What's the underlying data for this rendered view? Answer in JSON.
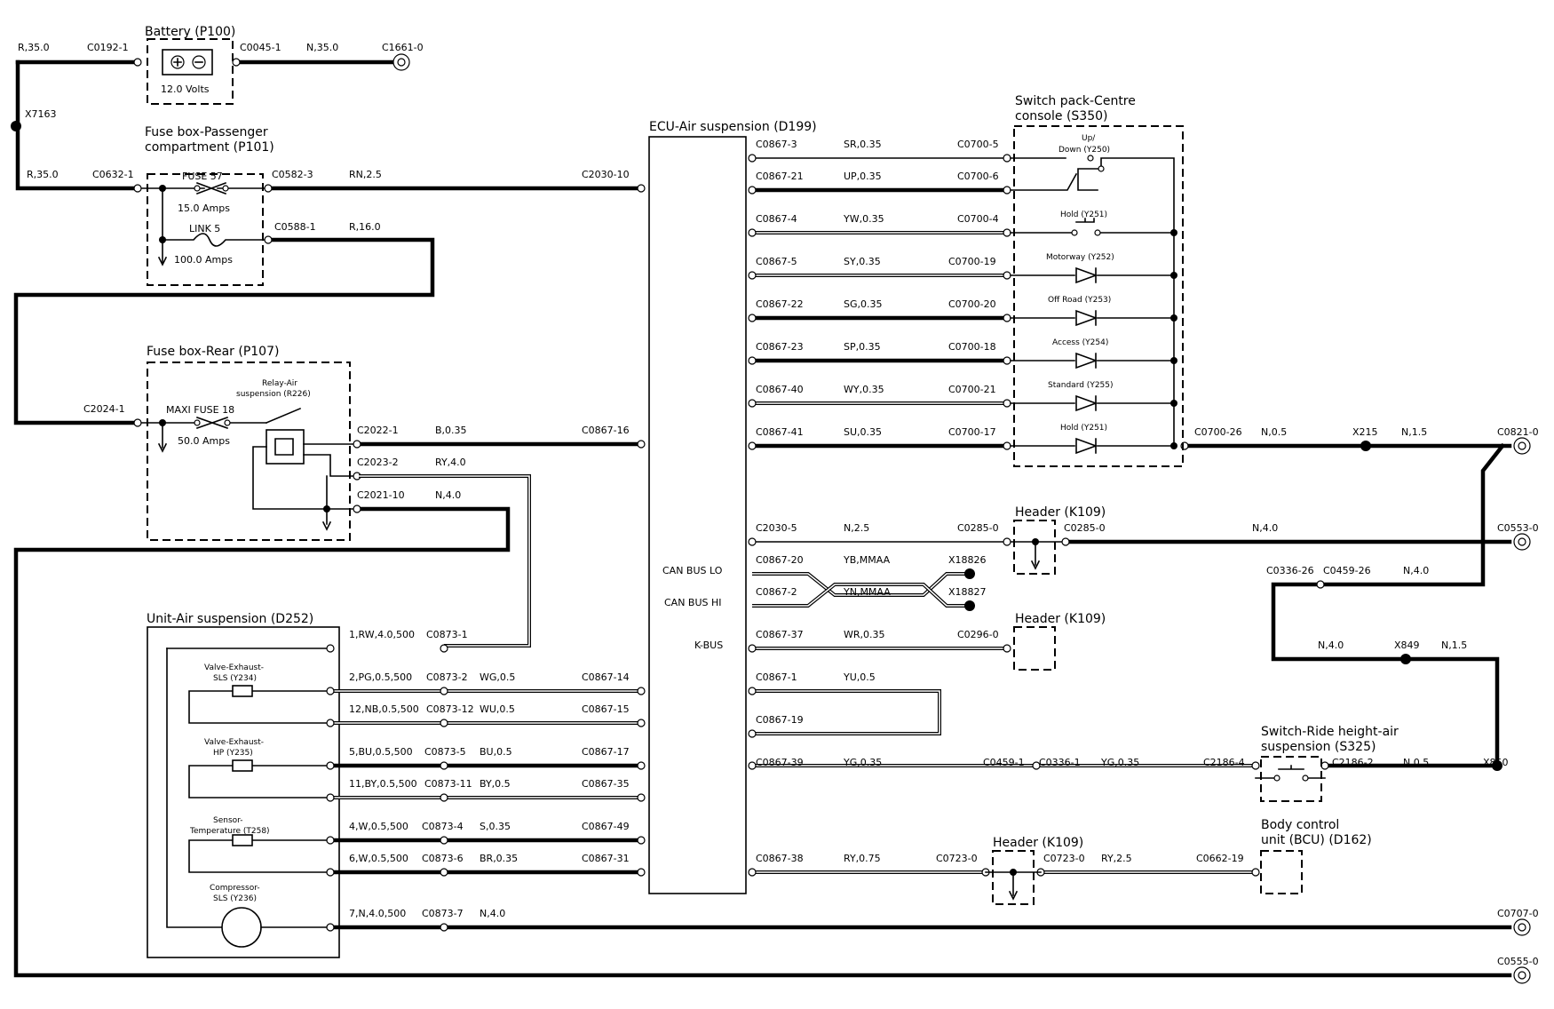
{
  "components": {
    "battery": {
      "title": "Battery (P100)",
      "voltage": "12.0 Volts"
    },
    "fusebox_pass": {
      "title1": "Fuse box-Passenger",
      "title2": "compartment (P101)",
      "fuse57": "FUSE 57",
      "fuse57_rating": "15.0 Amps",
      "link5": "LINK 5",
      "link5_rating": "100.0 Amps"
    },
    "fusebox_rear": {
      "title": "Fuse box-Rear (P107)",
      "relay1": "Relay-Air",
      "relay2": "suspension (R226)",
      "maxi": "MAXI FUSE 18",
      "maxi_rating": "50.0 Amps"
    },
    "ecu": {
      "title": "ECU-Air suspension (D199)",
      "can_lo": "CAN BUS LO",
      "can_hi": "CAN BUS HI",
      "kbus": "K-BUS"
    },
    "switchpack": {
      "title1": "Switch pack-Centre",
      "title2": "console (S350)",
      "updown1": "Up/",
      "updown2": "Down (Y250)",
      "hold1": "Hold (Y251)",
      "motorway": "Motorway (Y252)",
      "offroad": "Off Road (Y253)",
      "access": "Access (Y254)",
      "standard": "Standard (Y255)",
      "hold2": "Hold (Y251)"
    },
    "unit": {
      "title": "Unit-Air suspension (D252)",
      "v1a": "Valve-Exhaust-",
      "v1b": "SLS (Y234)",
      "v2a": "Valve-Exhaust-",
      "v2b": "HP (Y235)",
      "sa": "Sensor-",
      "sb": "Temperature (T258)",
      "ca": "Compressor-",
      "cb": "SLS (Y236)"
    },
    "header1": {
      "title": "Header (K109)"
    },
    "header2": {
      "title": "Header (K109)"
    },
    "header3": {
      "title": "Header (K109)"
    },
    "ride_switch": {
      "title1": "Switch-Ride height-air",
      "title2": "suspension (S325)"
    },
    "bcu": {
      "title1": "Body control",
      "title2": "unit (BCU) (D162)"
    }
  },
  "labels": {
    "r350a": "R,35.0",
    "c0192": "C0192-1",
    "c0045": "C0045-1",
    "n350": "N,35.0",
    "c1661": "C1661-0",
    "x7163": "X7163",
    "r350b": "R,35.0",
    "c0632": "C0632-1",
    "c0582": "C0582-3",
    "rn25": "RN,2.5",
    "c2030_10": "C2030-10",
    "c0588": "C0588-1",
    "r160": "R,16.0",
    "c2024": "C2024-1",
    "c2022": "C2022-1",
    "b035": "B,0.35",
    "c0867_16": "C0867-16",
    "c2023": "C2023-2",
    "ry40": "RY,4.0",
    "c2021": "C2021-10",
    "n40a": "N,4.0",
    "e1c": "C0867-3",
    "e1w": "SR,0.35",
    "e1s": "C0700-5",
    "e2c": "C0867-21",
    "e2w": "UP,0.35",
    "e2s": "C0700-6",
    "e3c": "C0867-4",
    "e3w": "YW,0.35",
    "e3s": "C0700-4",
    "e4c": "C0867-5",
    "e4w": "SY,0.35",
    "e4s": "C0700-19",
    "e5c": "C0867-22",
    "e5w": "SG,0.35",
    "e5s": "C0700-20",
    "e6c": "C0867-23",
    "e6w": "SP,0.35",
    "e6s": "C0700-18",
    "e7c": "C0867-40",
    "e7w": "WY,0.35",
    "e7s": "C0700-21",
    "e8c": "C0867-41",
    "e8w": "SU,0.35",
    "e8s": "C0700-17",
    "c0700_26": "C0700-26",
    "n05a": "N,0.5",
    "x215": "X215",
    "n15a": "N,1.5",
    "c0821": "C0821-0",
    "c2030_5": "C2030-5",
    "n25": "N,2.5",
    "c0285_0a": "C0285-0",
    "c0285_0b": "C0285-0",
    "n40b": "N,4.0",
    "c0553": "C0553-0",
    "c0867_20": "C0867-20",
    "ymmaa": "YB,MMAA",
    "x18826": "X18826",
    "c0867_2": "C0867-2",
    "ynmmaa": "YN,MMAA",
    "x18827": "X18827",
    "c0336_26": "C0336-26",
    "c0459_26": "C0459-26",
    "n40c": "N,4.0",
    "c0867_37": "C0867-37",
    "wr035": "WR,0.35",
    "c0296": "C0296-0",
    "n40d": "N,4.0",
    "x849": "X849",
    "n15b": "N,1.5",
    "c0867_1": "C0867-1",
    "yu05": "YU,0.5",
    "c0867_19": "C0867-19",
    "c0867_39": "C0867-39",
    "yg035a": "YG,0.35",
    "c0459_1": "C0459-1",
    "c0336_1": "C0336-1",
    "yg035b": "YG,0.35",
    "c2186_4": "C2186-4",
    "c2186_2": "C2186-2",
    "n05b": "N,0.5",
    "x850": "X850",
    "c0867_38": "C0867-38",
    "ry075": "RY,0.75",
    "c0723a": "C0723-0",
    "c0723b": "C0723-0",
    "ry25": "RY,2.5",
    "c0662": "C0662-19",
    "u1": "1,RW,4.0,500",
    "u1c": "C0873-1",
    "u2": "2,PG,0.5,500",
    "u2c": "C0873-2",
    "u2w": "WG,0.5",
    "u2e": "C0867-14",
    "u3": "12,NB,0.5,500",
    "u3c": "C0873-12",
    "u3w": "WU,0.5",
    "u3e": "C0867-15",
    "u4": "5,BU,0.5,500",
    "u4c": "C0873-5",
    "u4w": "BU,0.5",
    "u4e": "C0867-17",
    "u5": "11,BY,0.5,500",
    "u5c": "C0873-11",
    "u5w": "BY,0.5",
    "u5e": "C0867-35",
    "u6": "4,W,0.5,500",
    "u6c": "C0873-4",
    "u6w": "S,0.35",
    "u6e": "C0867-49",
    "u7": "6,W,0.5,500",
    "u7c": "C0873-6",
    "u7w": "BR,0.35",
    "u7e": "C0867-31",
    "u8": "7,N,4.0,500",
    "u8c": "C0873-7",
    "u8w": "N,4.0",
    "c0707": "C0707-0",
    "c0555": "C0555-0"
  }
}
